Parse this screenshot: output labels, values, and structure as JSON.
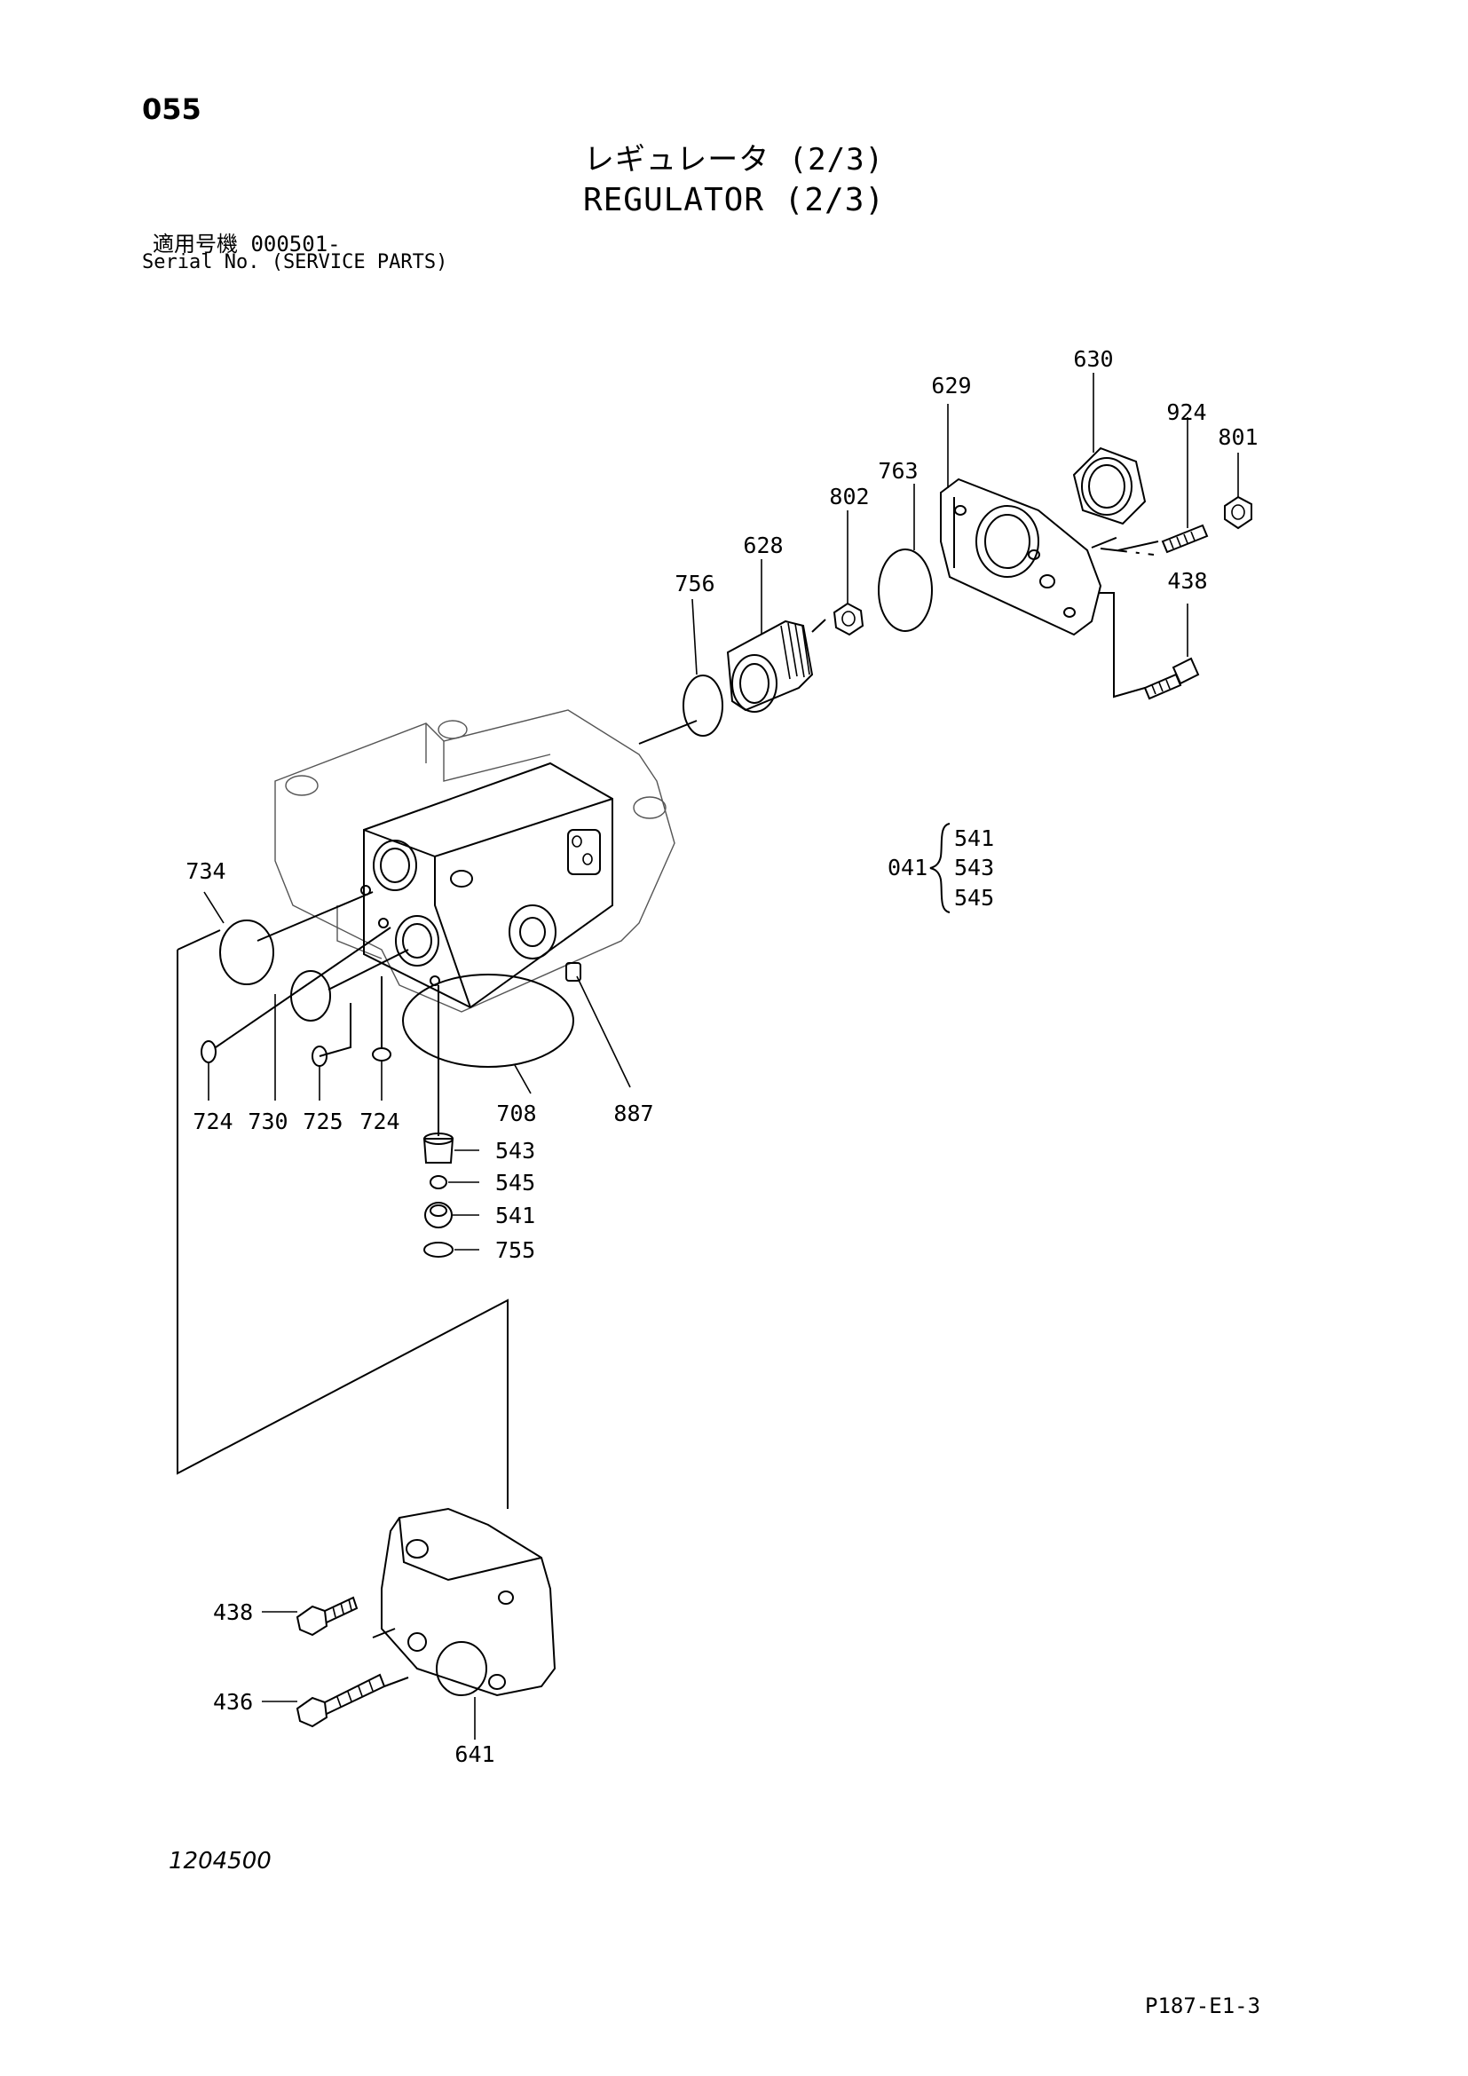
{
  "page_number": "055",
  "title_jp": "レギュレータ (2/3)",
  "title_en": "REGULATOR (2/3)",
  "serial_jp": "適用号機  000501-",
  "serial_en": "Serial No. (SERVICE PARTS)",
  "figure_number": "1204500",
  "page_code": "P187-E1-3",
  "callouts": {
    "p630": "630",
    "p629": "629",
    "p924": "924",
    "p801": "801",
    "p763": "763",
    "p802": "802",
    "p628": "628",
    "p756": "756",
    "p438a": "438",
    "p734": "734",
    "p887": "887",
    "p708": "708",
    "p724a": "724",
    "p730": "730",
    "p725": "725",
    "p724b": "724",
    "p543": "543",
    "p545": "545",
    "p541": "541",
    "p755": "755",
    "p438b": "438",
    "p436": "436",
    "p641": "641"
  },
  "kit": {
    "code": "041",
    "items": [
      "541",
      "543",
      "545"
    ]
  }
}
